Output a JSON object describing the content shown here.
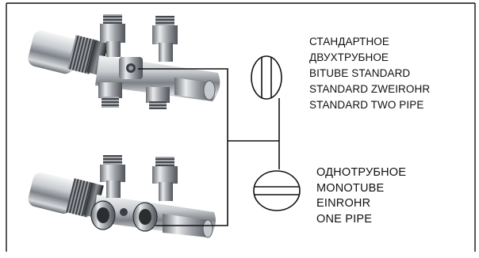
{
  "diagram": {
    "two_pipe": {
      "symbol": "two-pipe-mode-symbol",
      "lines": [
        "СТАНДАРТНОЕ",
        "ДВУХТРУБНОЕ",
        "BITUBE STANDARD",
        "STANDARD ZWEIROHR",
        "STANDARD TWO PIPE"
      ]
    },
    "one_pipe": {
      "symbol": "one-pipe-mode-symbol",
      "lines": [
        "ОДНОТРУБНОЕ",
        "MONOTUBE",
        "EINROHR",
        "ONE PIPE"
      ]
    },
    "colors": {
      "line": "#111111",
      "chrome": "#b8bcc2",
      "background": "#ffffff"
    }
  }
}
